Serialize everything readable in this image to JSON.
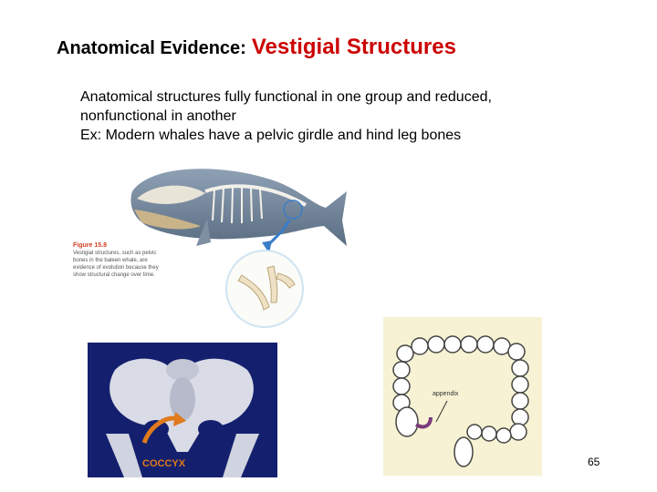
{
  "slide": {
    "title_prefix": "Anatomical Evidence:",
    "title_main": "Vestigial Structures",
    "title_main_color": "#cc0000",
    "body_lines": [
      "Anatomical structures fully functional in one group and reduced,",
      "nonfunctional in another",
      "Ex:  Modern whales have a pelvic girdle and hind leg bones"
    ],
    "page_number": "65"
  },
  "figure": {
    "caption_title": "Figure 15.8",
    "caption_text": "Vestigial structures, such as pelvic bones in the baleen whale, are evidence of evolution because they show structural change over time."
  },
  "images": {
    "whale": "baleen-whale-skeleton",
    "pelvis_detail": "vestigial-pelvic-bones",
    "human_pelvis": "human-pelvis-coccyx",
    "coccyx_label": "COCCYX",
    "colon_diagram": "large-intestine-appendix",
    "appendix_label": "appendix"
  }
}
